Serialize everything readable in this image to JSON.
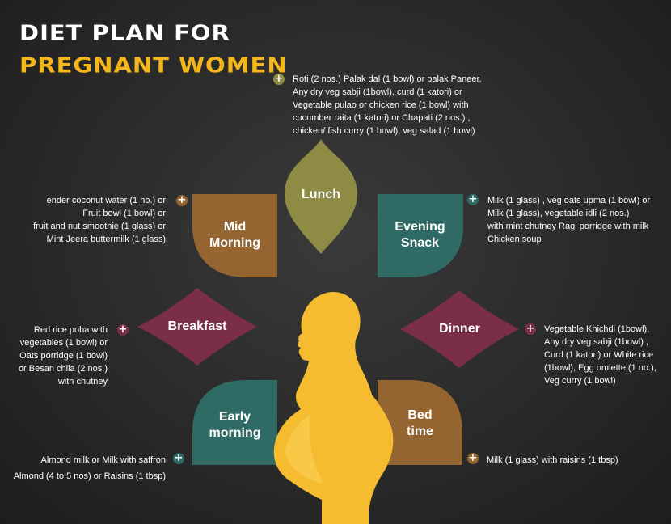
{
  "title": {
    "line1": "DIET PLAN FOR",
    "line2": "PREGNANT WOMEN"
  },
  "colors": {
    "lunch": "#8e8b45",
    "mid_morning": "#946431",
    "evening_snack": "#2f6b64",
    "breakfast": "#7a2f46",
    "dinner": "#7a2f46",
    "early_morning": "#2f6b64",
    "bed_time": "#946431",
    "silhouette": "#f6bc2f",
    "accent": "#f5b61c"
  },
  "meals": {
    "lunch": {
      "label": "Lunch",
      "lines": [
        "Roti (2 nos.) Palak dal (1 bowl) or palak Paneer,",
        "Any dry veg sabji (1bowl),  curd (1 katori) or",
        "Vegetable pulao or chicken rice (1 bowl) with",
        "cucumber raita (1 katori) or Chapati (2 nos.) ,",
        "chicken/ fish curry (1 bowl), veg salad (1 bowl)"
      ]
    },
    "mid_morning": {
      "label1": "Mid",
      "label2": "Morning",
      "lines": [
        "ender coconut water (1 no.) or",
        "Fruit bowl (1 bowl) or",
        "fruit and nut smoothie (1 glass) or",
        "Mint Jeera buttermilk (1 glass)"
      ]
    },
    "evening_snack": {
      "label1": "Evening",
      "label2": "Snack",
      "lines": [
        "Milk (1 glass) , veg oats upma (1 bowl) or",
        "Milk (1 glass), vegetable idli (2 nos.)",
        "with mint chutney Ragi porridge with milk",
        "Chicken soup"
      ]
    },
    "breakfast": {
      "label": "Breakfast",
      "lines": [
        "Red rice poha with",
        "vegetables (1 bowl) or",
        "Oats porridge (1 bowl)",
        "or Besan chila (2 nos.)",
        "with chutney"
      ]
    },
    "dinner": {
      "label": "Dinner",
      "lines": [
        "Vegetable Khichdi (1bowl),",
        "Any dry veg sabji (1bowl) ,",
        "Curd (1 katori) or White rice",
        "(1bowl), Egg omlette (1 no.),",
        "Veg curry (1 bowl)"
      ]
    },
    "early_morning": {
      "label1": "Early",
      "label2": "morning",
      "lines": [
        "Almond milk or Milk with saffron",
        "Almond (4 to 5 nos) or Raisins (1 tbsp)"
      ]
    },
    "bed_time": {
      "label1": "Bed",
      "label2": "time",
      "lines": [
        "Milk (1 glass) with raisins (1 tbsp)"
      ]
    }
  },
  "plus_symbol": "+"
}
